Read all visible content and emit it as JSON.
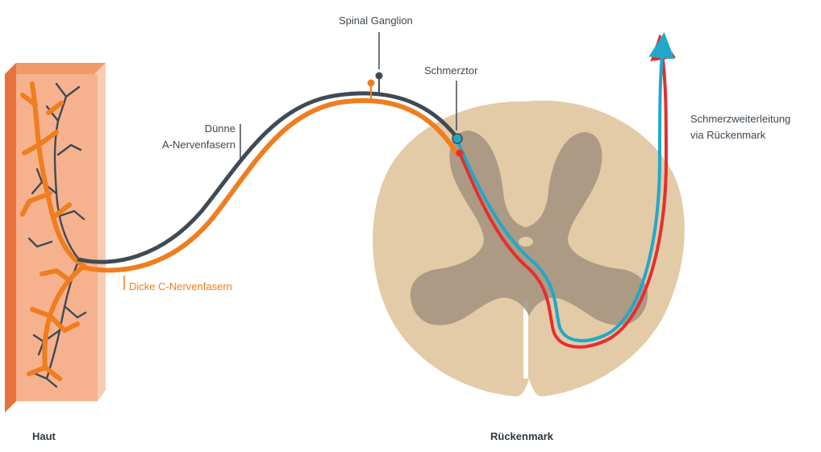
{
  "labels": {
    "spinal_ganglion": "Spinal Ganglion",
    "schmerztor": "Schmerztor",
    "thin_fibers_line1": "Dünne",
    "thin_fibers_line2": "A-Nervenfasern",
    "thick_fibers": "Dicke C-Nervenfasern",
    "pain_line1": "Schmerzweiterleitung",
    "pain_line2": "via Rückenmark",
    "skin": "Haut",
    "spinal_cord": "Rückenmark"
  },
  "colors": {
    "thin_fiber": "#3f4a54",
    "thick_fiber": "#f07d1e",
    "skin_front": "#f6b28e",
    "skin_side": "#e8733a",
    "white_matter": "#e3cba7",
    "gray_matter": "#a2927e",
    "pain_red": "#e52f2f",
    "pain_blue": "#21a8c8"
  }
}
